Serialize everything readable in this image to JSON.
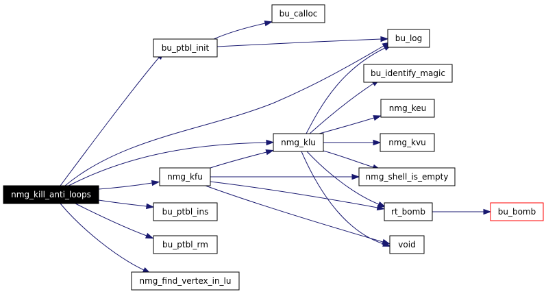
{
  "graph": {
    "root": "nmg_kill_anti_loops",
    "colors": {
      "edge": "#191970",
      "root_fill": "#000000",
      "root_text": "#ffffff",
      "node_fill": "#ffffff",
      "node_border": "#000000",
      "node_text": "#000000",
      "external_border": "#ff0000"
    },
    "nodes": [
      {
        "id": "nmg_kill_anti_loops",
        "label": "nmg_kill_anti_loops",
        "style": "root"
      },
      {
        "id": "bu_ptbl_init",
        "label": "bu_ptbl_init",
        "style": "normal"
      },
      {
        "id": "nmg_kfu",
        "label": "nmg_kfu",
        "style": "normal"
      },
      {
        "id": "bu_ptbl_ins",
        "label": "bu_ptbl_ins",
        "style": "normal"
      },
      {
        "id": "bu_ptbl_rm",
        "label": "bu_ptbl_rm",
        "style": "normal"
      },
      {
        "id": "nmg_find_vertex_in_lu",
        "label": "nmg_find_vertex_in_lu",
        "style": "normal"
      },
      {
        "id": "bu_calloc",
        "label": "bu_calloc",
        "style": "normal"
      },
      {
        "id": "bu_log",
        "label": "bu_log",
        "style": "normal"
      },
      {
        "id": "nmg_klu",
        "label": "nmg_klu",
        "style": "normal"
      },
      {
        "id": "bu_identify_magic",
        "label": "bu_identify_magic",
        "style": "normal"
      },
      {
        "id": "nmg_keu",
        "label": "nmg_keu",
        "style": "normal"
      },
      {
        "id": "nmg_kvu",
        "label": "nmg_kvu",
        "style": "normal"
      },
      {
        "id": "nmg_shell_is_empty",
        "label": "nmg_shell_is_empty",
        "style": "normal"
      },
      {
        "id": "rt_bomb",
        "label": "rt_bomb",
        "style": "normal"
      },
      {
        "id": "void",
        "label": "void",
        "style": "normal"
      },
      {
        "id": "bu_bomb",
        "label": "bu_bomb",
        "style": "external"
      }
    ],
    "edges": [
      {
        "from": "nmg_kill_anti_loops",
        "to": "bu_ptbl_init"
      },
      {
        "from": "nmg_kill_anti_loops",
        "to": "nmg_klu"
      },
      {
        "from": "nmg_kill_anti_loops",
        "to": "nmg_kfu"
      },
      {
        "from": "nmg_kill_anti_loops",
        "to": "bu_ptbl_ins"
      },
      {
        "from": "nmg_kill_anti_loops",
        "to": "bu_ptbl_rm"
      },
      {
        "from": "nmg_kill_anti_loops",
        "to": "nmg_find_vertex_in_lu"
      },
      {
        "from": "nmg_kill_anti_loops",
        "to": "bu_log"
      },
      {
        "from": "bu_ptbl_init",
        "to": "bu_calloc"
      },
      {
        "from": "bu_ptbl_init",
        "to": "bu_log"
      },
      {
        "from": "nmg_kfu",
        "to": "nmg_klu"
      },
      {
        "from": "nmg_kfu",
        "to": "nmg_shell_is_empty"
      },
      {
        "from": "nmg_kfu",
        "to": "rt_bomb"
      },
      {
        "from": "nmg_kfu",
        "to": "void"
      },
      {
        "from": "nmg_klu",
        "to": "bu_log"
      },
      {
        "from": "nmg_klu",
        "to": "bu_identify_magic"
      },
      {
        "from": "nmg_klu",
        "to": "nmg_keu"
      },
      {
        "from": "nmg_klu",
        "to": "nmg_kvu"
      },
      {
        "from": "nmg_klu",
        "to": "nmg_shell_is_empty"
      },
      {
        "from": "nmg_klu",
        "to": "rt_bomb"
      },
      {
        "from": "nmg_klu",
        "to": "void"
      },
      {
        "from": "rt_bomb",
        "to": "bu_bomb"
      }
    ]
  }
}
